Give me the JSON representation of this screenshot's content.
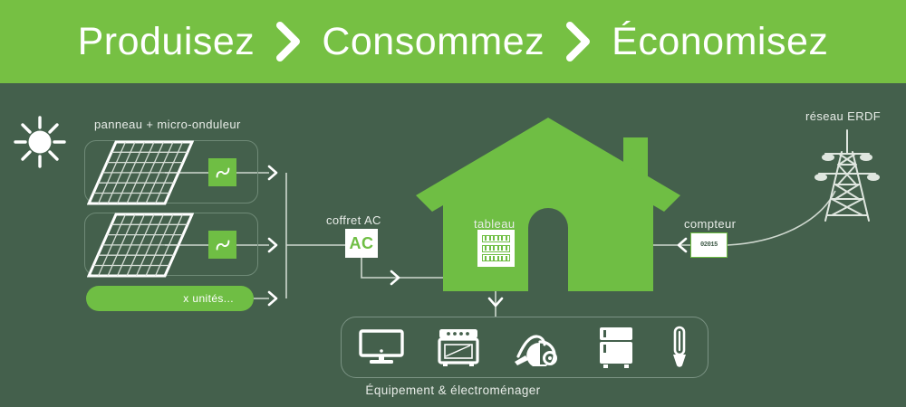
{
  "header": {
    "steps": [
      "Produisez",
      "Consommez",
      "Économisez"
    ],
    "chevron_icon": "chevron-right-icon",
    "background": "#76c043",
    "text_color": "#ffffff"
  },
  "colors": {
    "background": "#44604c",
    "brand_green": "#6fbe44",
    "header_green": "#76c043",
    "white": "#ffffff",
    "outline": "#cfd8cf"
  },
  "production": {
    "sun_icon": "sun-icon",
    "section_label": "panneau + micro-onduleur",
    "panels": [
      {
        "panel_icon": "solar-panel-icon",
        "inverter_icon": "sine-wave-icon"
      },
      {
        "panel_icon": "solar-panel-icon",
        "inverter_icon": "sine-wave-icon"
      }
    ],
    "more_units_label": "x unités..."
  },
  "ac_box": {
    "label": "coffret AC",
    "value": "AC"
  },
  "house": {
    "icon": "house-icon",
    "panel_label": "tableau",
    "panel_icon": "breaker-panel-icon"
  },
  "grid": {
    "network_label": "réseau ERDF",
    "tower_icon": "power-pylon-icon",
    "meter_label": "compteur",
    "meter_reading": "02015",
    "meter_icon": "electric-meter-icon"
  },
  "appliances": {
    "caption": "Équipement & électroménager",
    "items": [
      {
        "name": "television-icon"
      },
      {
        "name": "oven-icon"
      },
      {
        "name": "vacuum-cleaner-icon"
      },
      {
        "name": "refrigerator-icon"
      },
      {
        "name": "light-bulb-icon"
      }
    ]
  }
}
